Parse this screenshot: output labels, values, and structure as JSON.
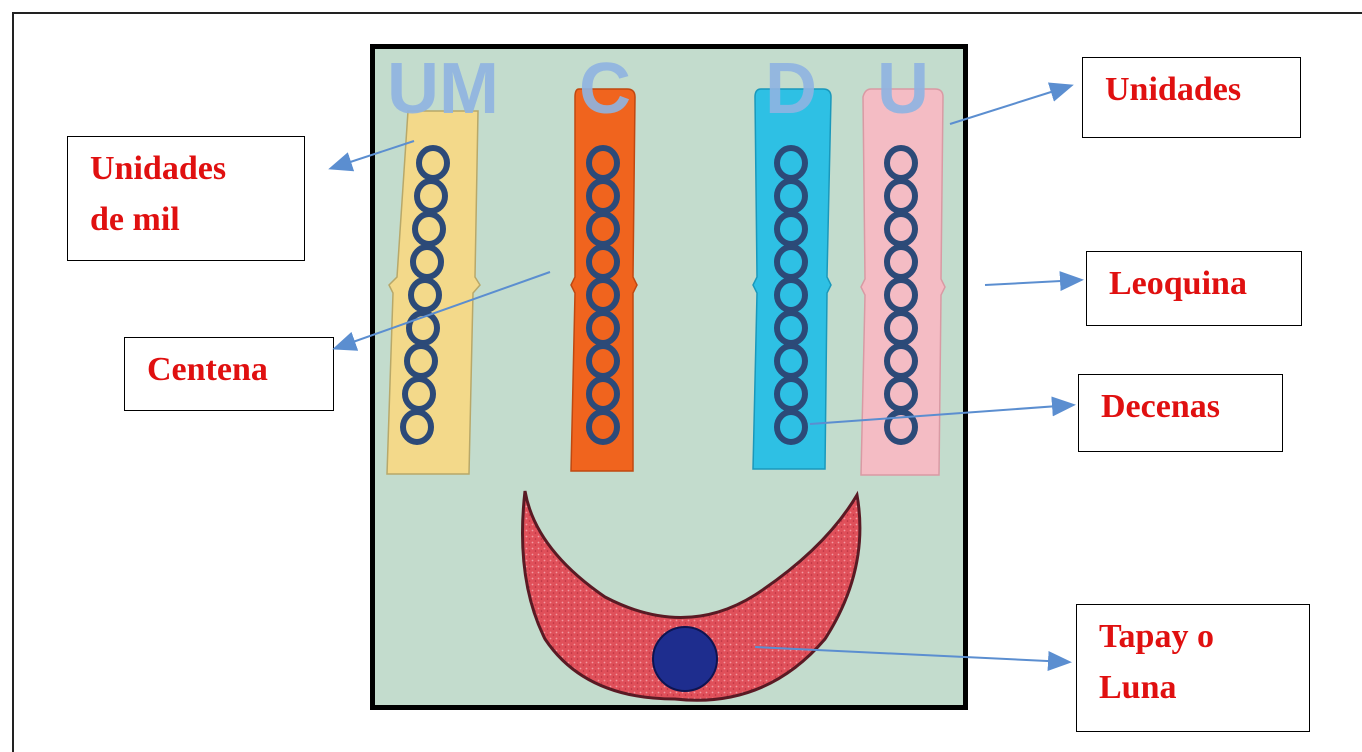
{
  "columns": [
    {
      "letter": "UM",
      "color": "#f3d98a"
    },
    {
      "letter": "C",
      "color": "#f0641e"
    },
    {
      "letter": "D",
      "color": "#2ec0e4"
    },
    {
      "letter": "U",
      "color": "#f4bcc4"
    }
  ],
  "letter_color": "#8fb4e2",
  "ring_color": "#2c4a78",
  "moon_color": "#e0505a",
  "moon_hole_color": "#1e2d8e",
  "labels": {
    "unidades_mil": "Unidades\nde mil",
    "centena": "Centena",
    "unidades": "Unidades",
    "leoquina": "Leoquina",
    "decenas": "Decenas",
    "tapay": "Tapay o\nLuna"
  },
  "arrow_color": "#5b8ed0"
}
